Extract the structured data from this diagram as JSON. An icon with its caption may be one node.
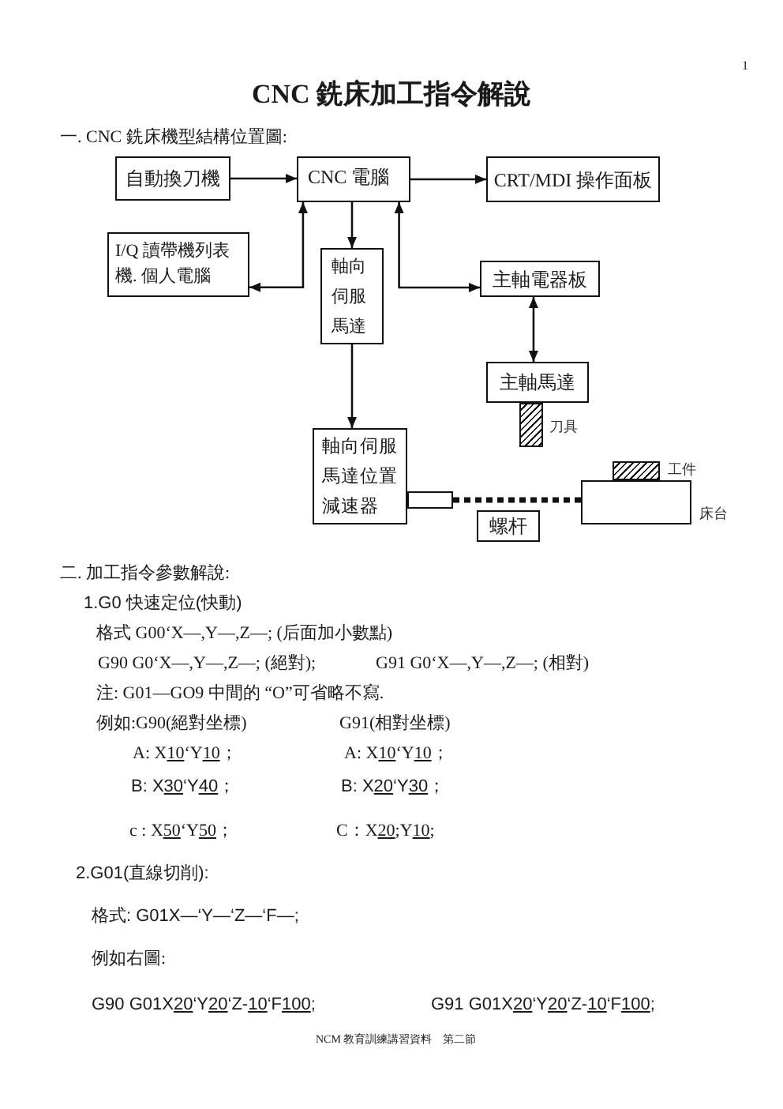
{
  "diagram": {
    "title": "CNC 銑床加工指令解說",
    "nodes": [
      {
        "text": [
          "自動換刀機"
        ]
      },
      {
        "text": [
          "CNC 電腦"
        ]
      },
      {
        "text": [
          "CRT/MDI 操作面板"
        ]
      },
      {
        "text": [
          "I/Q 讀帶機列表機. 個人電腦"
        ]
      },
      {
        "text": [
          "軸向伺服馬達"
        ]
      },
      {
        "text": [
          "主軸電器板"
        ]
      },
      {
        "text": [
          "主軸馬達"
        ]
      },
      {
        "text": [],
        "shape": "box",
        "beside": [
          "刀具"
        ]
      },
      {
        "text": [
          "軸向伺服馬達位置減速器"
        ]
      },
      {
        "text": [],
        "shape": "box"
      },
      {
        "text": [
          "螺杆"
        ]
      },
      {
        "text": [],
        "shape": "box",
        "beside": [
          "工件"
        ]
      },
      {
        "text": [],
        "shape": "box",
        "beside": [
          "床台"
        ]
      }
    ],
    "edges": [
      {
        "from": 0,
        "to": 1,
        "arrow": "to"
      },
      {
        "from": 1,
        "to": 2,
        "arrow": "to"
      },
      {
        "from": 1,
        "to": 3,
        "arrow": "both"
      },
      {
        "from": 1,
        "to": 4,
        "arrow": "to"
      },
      {
        "from": 1,
        "to": 5,
        "arrow": "both"
      },
      {
        "from": 5,
        "to": 6,
        "arrow": "both"
      },
      {
        "from": 4,
        "to": 8,
        "arrow": "to"
      },
      {
        "from": 9,
        "to": 12,
        "arrow": "none",
        "style": "dashed"
      }
    ],
    "labels": [
      "1",
      "一. CNC 銑床機型結構位置圖:",
      "二. 加工指令參數解說:",
      "1.G0 快速定位(快動)",
      "格式 G00‘X—,Y—,Z—; (后面加小數點)",
      "G90 G0‘X—,Y—,Z—; (絕對);",
      "G91 G0‘X—,Y—,Z—; (相對)",
      "注: G01—GO9 中間的 “O”可省略不寫.",
      "例如:G90(絕對坐標)",
      "G91(相對坐標)",
      "A: X10‘Y10；",
      "A: X10‘Y10；",
      "B: X30‘Y40；",
      "B: X20‘Y30；",
      "c : X50‘Y50；",
      "C：X20;Y10;",
      "2.G01(直線切削):",
      "格式: G01X—‘Y—‘Z—‘F—;",
      "例如右圖:",
      "G90 G01X20‘Y20‘Z-10‘F100;",
      "G91 G01X20‘Y20‘Z-10‘F100;",
      "NCM 教育訓練講習資料　第二節"
    ]
  }
}
